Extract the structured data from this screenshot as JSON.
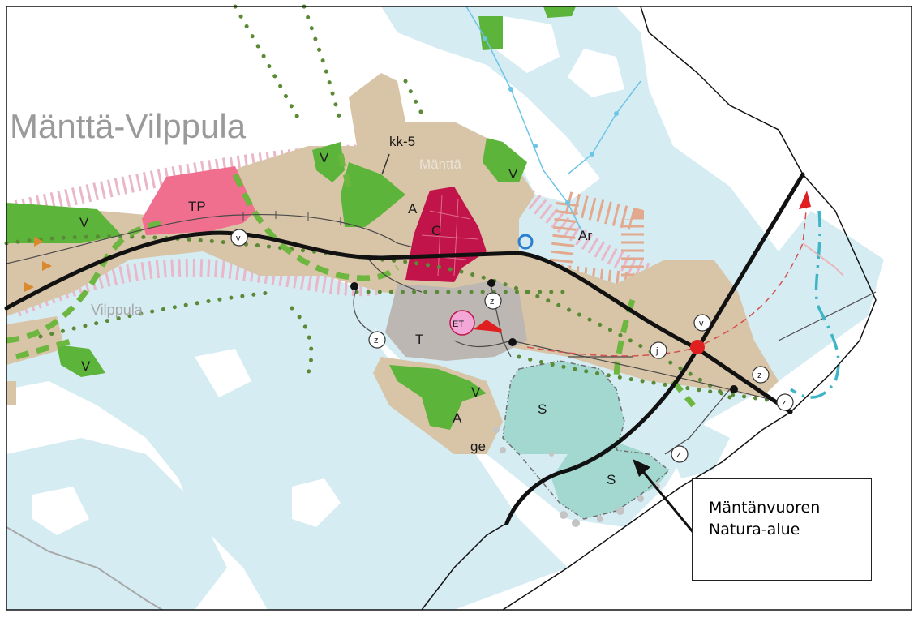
{
  "map": {
    "municipality_label": "Mänttä-Vilppula",
    "town_labels": {
      "mantta": "Mänttä",
      "vilppula": "Vilppula"
    },
    "zone_labels": {
      "tp": "TP",
      "c": "C",
      "a1": "A",
      "a2": "A",
      "ar": "Ar",
      "t": "T",
      "et": "ET",
      "s1": "S",
      "s2": "S",
      "ge": "ge",
      "kk5": "kk-5",
      "v_west": "V",
      "v_north": "V",
      "v_northeast": "V",
      "v_southwest": "V",
      "v_south": "V"
    },
    "symbol_labels": {
      "v_symbol": "v",
      "z_symbol": "z",
      "j_symbol": "j"
    },
    "colors": {
      "water": "#d6ecf3",
      "residential": "#d8c4a6",
      "green_area": "#5cb43a",
      "commercial": "#c0144a",
      "workplace": "#f06e8e",
      "industrial": "#bdb7b3",
      "natura": "#a3d8d1",
      "ecological_link": "#5a8a35",
      "green_link": "#6db640",
      "boundary": "#111111",
      "railway_zone": "#e9b7c8",
      "waterway": "#6cc4e8"
    }
  },
  "callout": {
    "line1": "Mäntänvuoren",
    "line2": "Natura-alue"
  }
}
